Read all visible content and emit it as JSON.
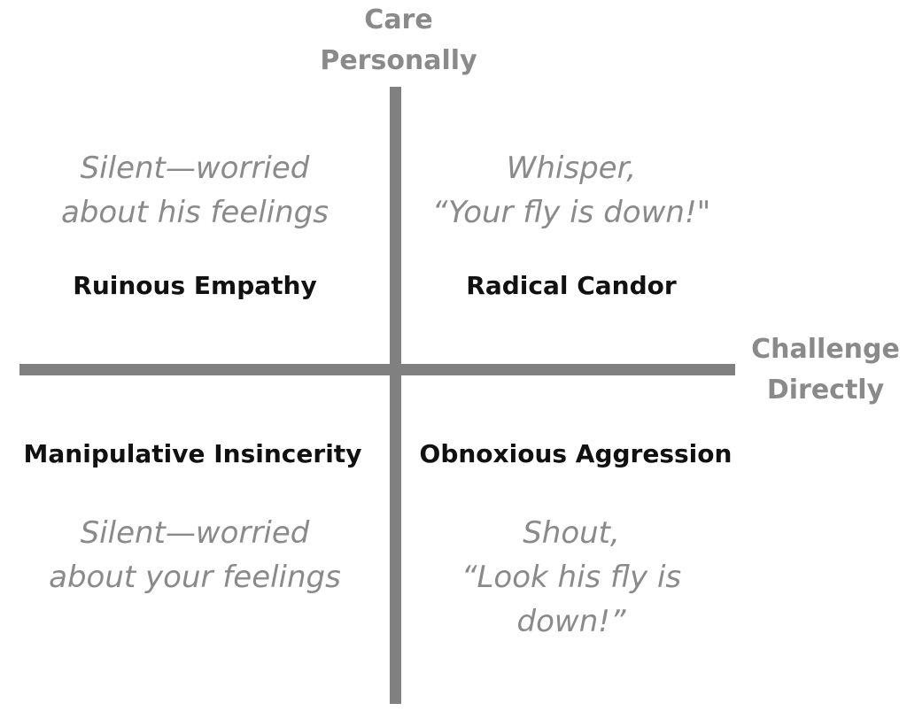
{
  "axes": {
    "vertical_label": [
      "Care",
      "Personally"
    ],
    "horizontal_label": [
      "Challenge",
      "Directly"
    ]
  },
  "quadrants": {
    "top_left": {
      "title": "Ruinous Empathy",
      "quote": [
        "Silent—worried",
        "about his feelings"
      ]
    },
    "top_right": {
      "title": "Radical Candor",
      "quote": [
        "Whisper,",
        "“Your fly is down!\""
      ]
    },
    "bottom_left": {
      "title": "Manipulative Insincerity",
      "quote": [
        "Silent—worried",
        "about your feelings"
      ]
    },
    "bottom_right": {
      "title": "Obnoxious Aggression",
      "quote": [
        "Shout,",
        "“Look his fly is",
        "down!”"
      ]
    }
  },
  "colors": {
    "axis": "#808080",
    "label_gray": "#8a8a8a",
    "title_black": "#111111"
  }
}
